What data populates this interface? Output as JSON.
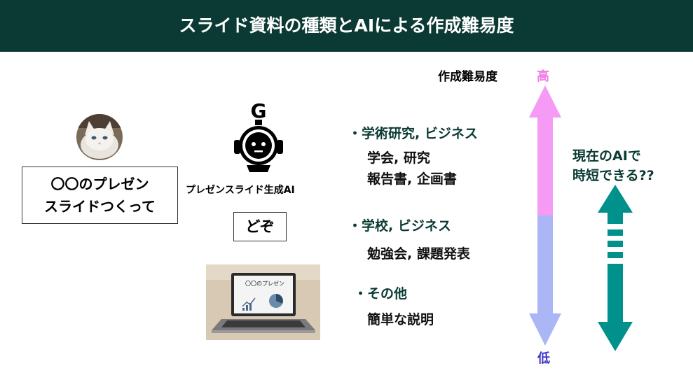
{
  "header": {
    "title": "スライド資料の種類とAIによる作成難易度"
  },
  "left": {
    "request_line1": "〇〇のプレゼン",
    "request_line2": "スライドつくって"
  },
  "robot": {
    "badge": "G",
    "label": "プレゼンスライド生成AI",
    "reply": "どぞ"
  },
  "laptop_screen": {
    "title": "〇〇のプレゼン"
  },
  "categories": [
    {
      "title": "・学術研究, ビジネス",
      "examples": [
        "学会, 研究",
        "報告書, 企画書"
      ]
    },
    {
      "title": "・学校, ビジネス",
      "examples": [
        "勉強会, 課題発表"
      ]
    },
    {
      "title": "・その他",
      "examples": [
        "簡単な説明"
      ]
    }
  ],
  "axis": {
    "title": "作成難易度",
    "high": "高",
    "low": "低"
  },
  "note": {
    "line1": "現在のAIで",
    "line2": "時短できる??"
  },
  "colors": {
    "header_bg": "#0a3a33",
    "high": "#f59af5",
    "low": "#aab6f5",
    "teal": "#00918c"
  }
}
